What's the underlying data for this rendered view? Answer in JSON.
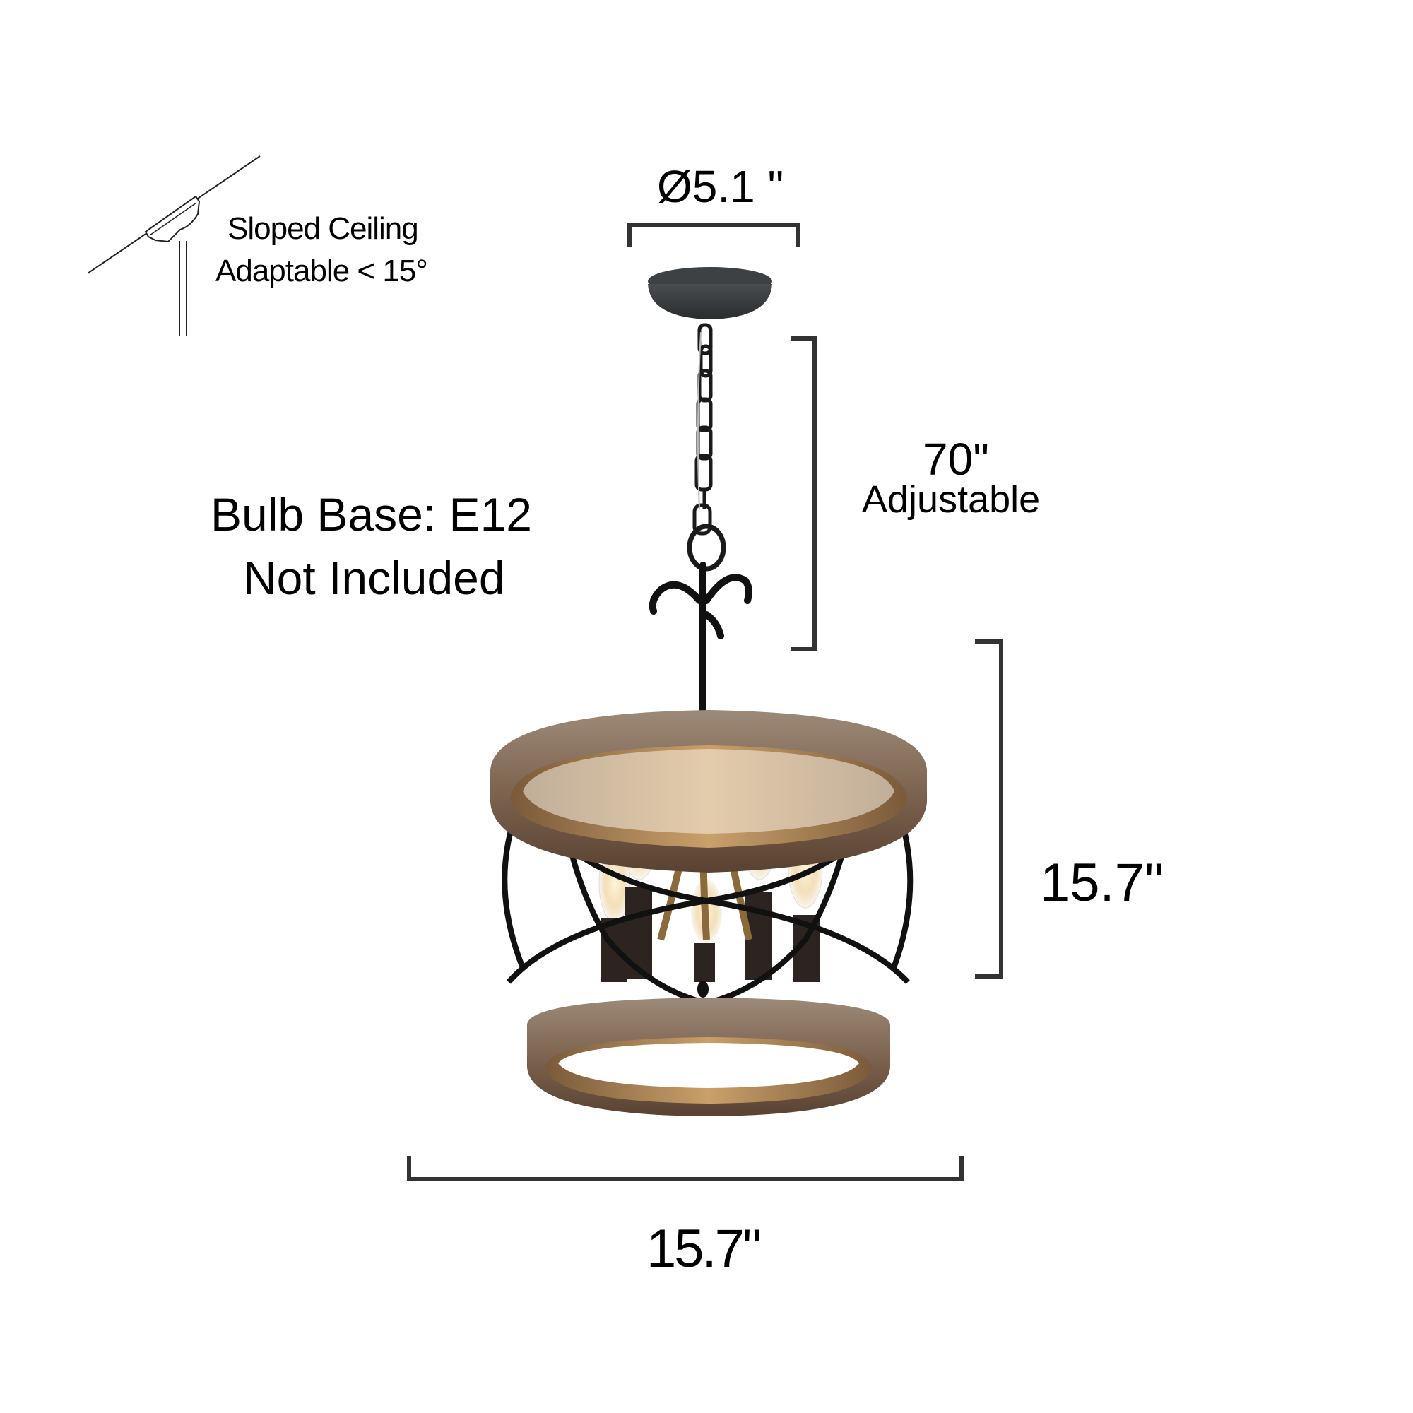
{
  "slope_note": {
    "line1": "Sloped Ceiling",
    "line2": "Adaptable < 15°"
  },
  "canopy_dimension": {
    "label": "Ø5.1 \""
  },
  "chain_dimension": {
    "value": "70\"",
    "note": "Adjustable"
  },
  "bulb_note": {
    "line1": "Bulb Base: E12",
    "line2": "Not Included"
  },
  "height_dimension": {
    "label": "15.7\""
  },
  "width_dimension": {
    "label": "15.7\""
  },
  "product": {
    "bulb_count": 5
  },
  "colors": {
    "bracket": "#333333",
    "wood": "#8a7460",
    "wood_inner": "#b8915f",
    "metal": "#1a1a1a",
    "canopy": "#3a3d40",
    "glow": "#f5d9a0"
  }
}
